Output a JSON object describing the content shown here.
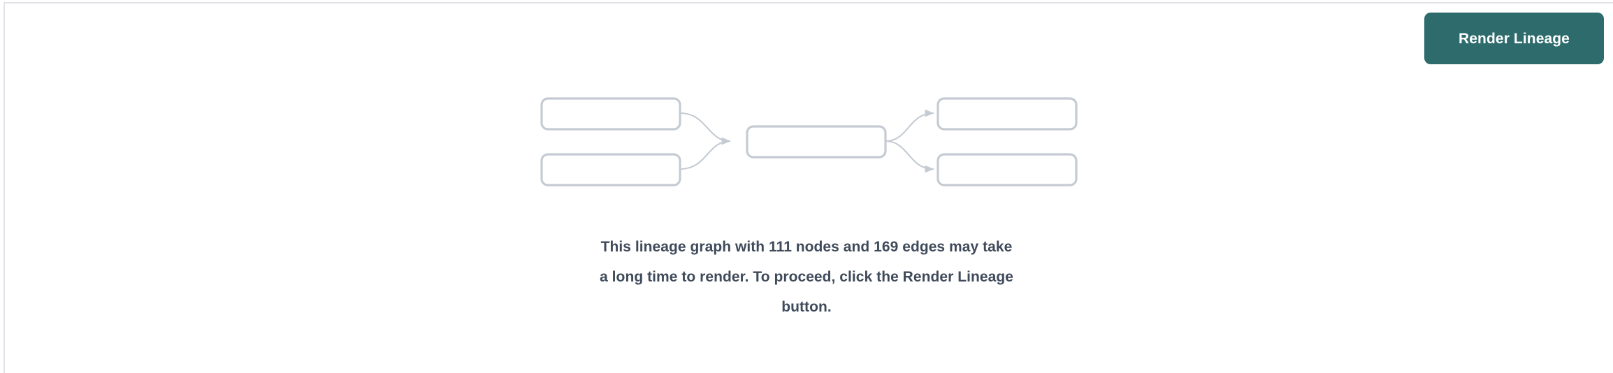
{
  "page": {
    "background_color": "#ffffff",
    "rule_color": "#e2e3e8"
  },
  "toolbar": {
    "render_lineage_label": "Render Lineage",
    "render_lineage_color": "#2d6b6d",
    "render_lineage_text_color": "#ffffff"
  },
  "placeholder_graph": {
    "node_border_color": "#c5cbd3",
    "edge_color": "#c5cbd3",
    "node_count_shown": 5,
    "edge_count_shown": 4,
    "nodes": [
      {
        "id": "upstream-1",
        "label": ""
      },
      {
        "id": "upstream-2",
        "label": ""
      },
      {
        "id": "center",
        "label": ""
      },
      {
        "id": "downstream-1",
        "label": ""
      },
      {
        "id": "downstream-2",
        "label": ""
      }
    ]
  },
  "message": {
    "line1": "This lineage graph with 111 nodes and 169 edges may take",
    "line2": "a long time to render. To proceed, click the Render Lineage",
    "line3": "button.",
    "text_color": "#3f4a5a",
    "node_count": "111",
    "edge_count": "169"
  }
}
